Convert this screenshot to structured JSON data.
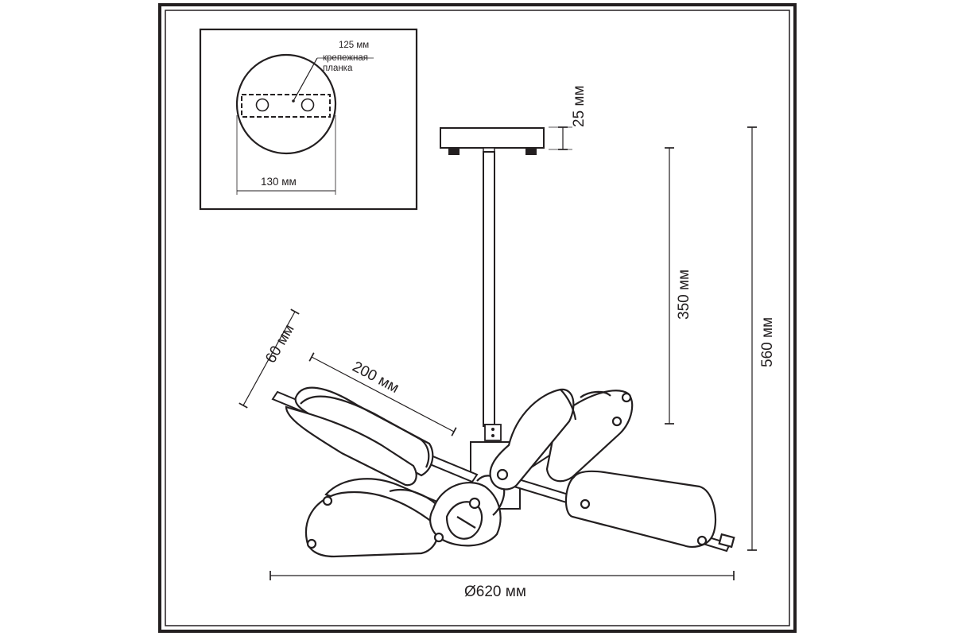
{
  "inset": {
    "label_plate_size": "125 мм",
    "label_plate_name_line1": "крепежная",
    "label_plate_name_line2": "планка",
    "label_base_diameter": "130 мм"
  },
  "dimensions": {
    "canopy_height": "25 мм",
    "rod_length": "350 мм",
    "total_height": "560 мм",
    "shade_diameter": "60 мм",
    "shade_length": "200 мм",
    "overall_diameter": "Ø620 мм"
  },
  "colors": {
    "line": "#231f20",
    "fill": "#ffffff",
    "frame": "#231f20"
  }
}
